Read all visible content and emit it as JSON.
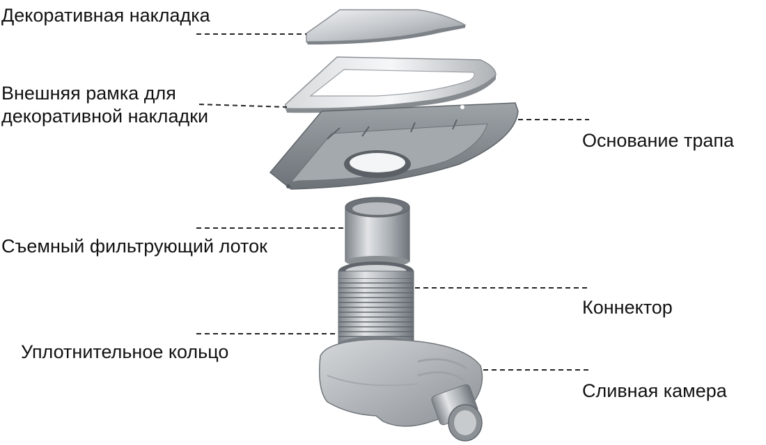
{
  "labels": {
    "cover": "Декоративная накладка",
    "frame_line1": "Внешняя рамка для",
    "frame_line2": "декоративной накладки",
    "base": "Основание трапа",
    "filter": "Съемный фильтрующий лоток",
    "connector": "Коннектор",
    "seal": "Уплотнительное кольцо",
    "chamber": "Сливная камера"
  },
  "colors": {
    "text": "#111111",
    "leader": "#222222",
    "steel_light": "#e6e8ea",
    "steel_mid": "#b9bdc1",
    "steel_dark": "#6f757b",
    "plastic_light": "#c9cccf",
    "plastic_dark": "#8a8f94"
  }
}
